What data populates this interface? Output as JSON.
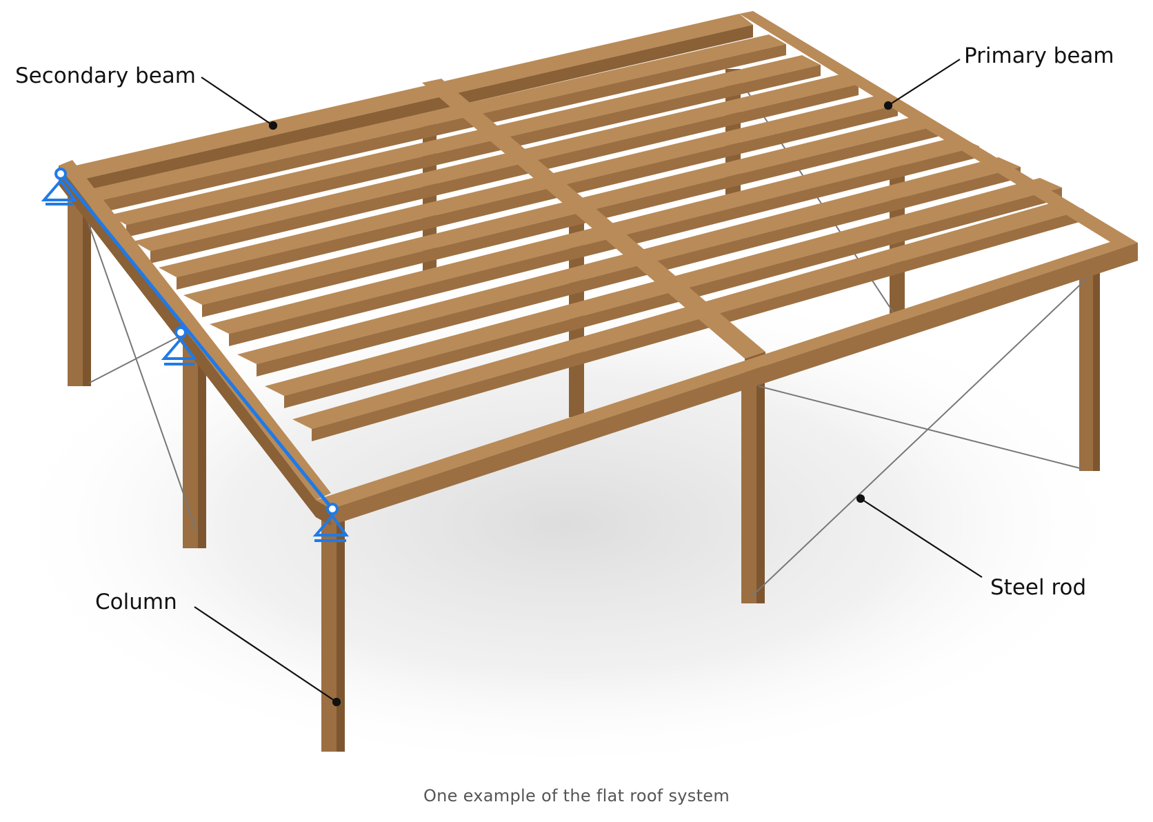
{
  "labels": {
    "secondary_beam": "Secondary beam",
    "primary_beam": "Primary beam",
    "column": "Column",
    "steel_rod": "Steel rod"
  },
  "caption": "One example of the flat roof system",
  "colors": {
    "wood_front": "#9b6f42",
    "wood_top": "#b98b58",
    "wood_side": "#7d5630",
    "support": "#1f7ae8",
    "leader": "#111111",
    "rod": "#777777"
  }
}
